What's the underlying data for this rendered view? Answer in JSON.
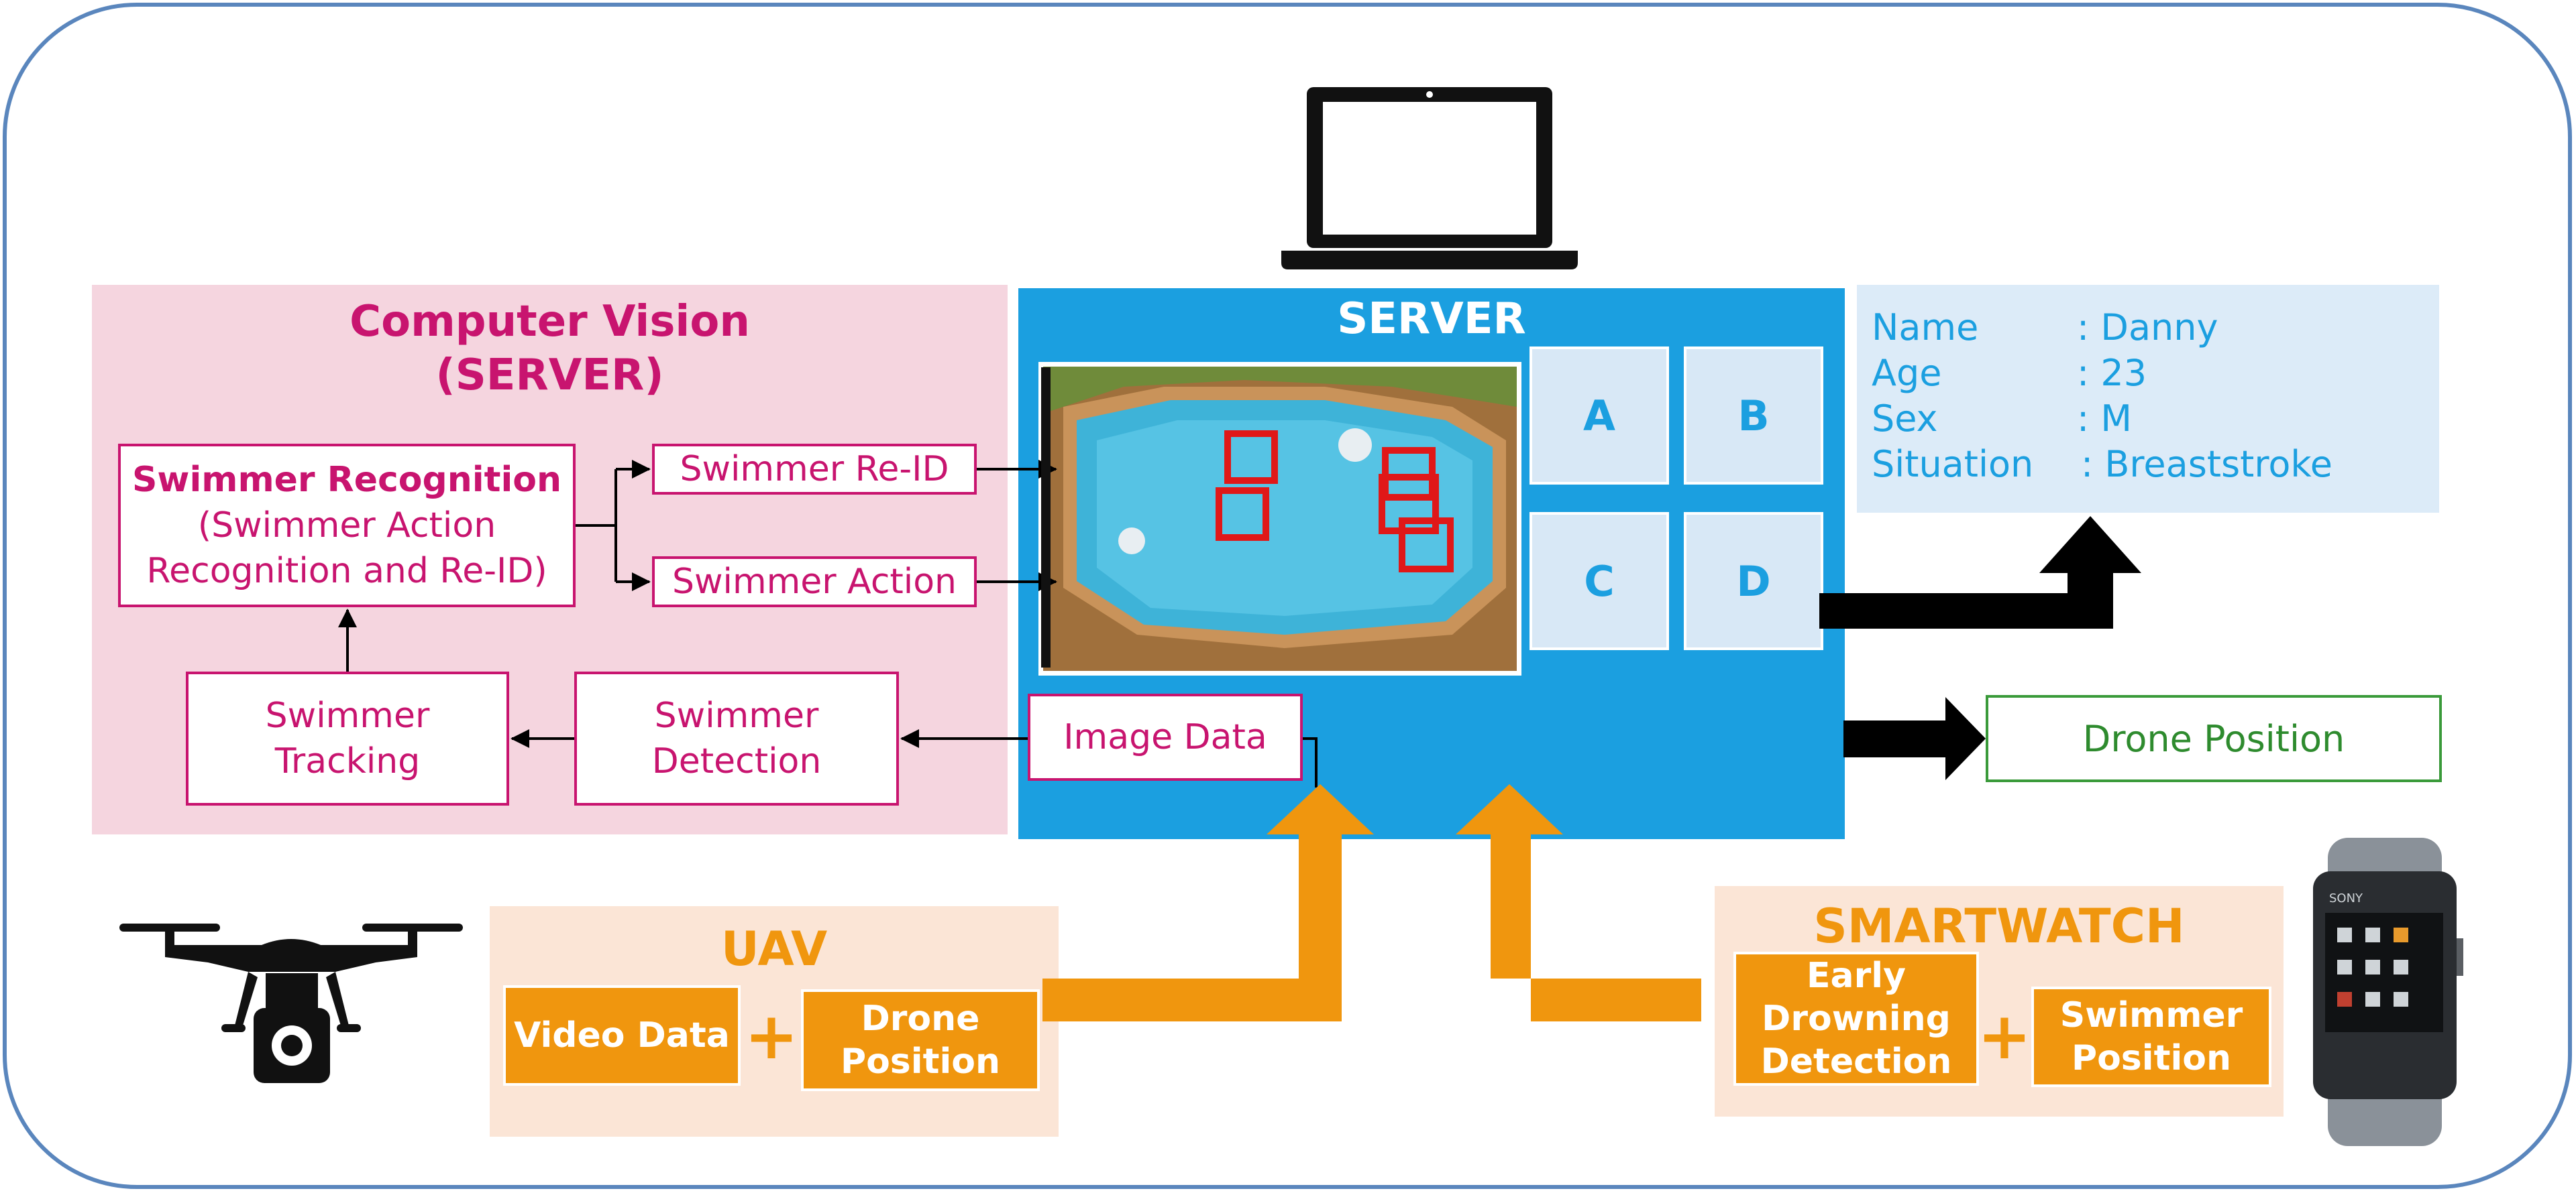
{
  "computer_vision": {
    "title_line1": "Computer Vision",
    "title_line2": "(SERVER)",
    "recognition_title": "Swimmer Recognition",
    "recognition_line2": "(Swimmer Action",
    "recognition_line3": "Recognition and Re-ID)",
    "reid": "Swimmer Re-ID",
    "action": "Swimmer Action",
    "tracking_line1": "Swimmer",
    "tracking_line2": "Tracking",
    "detection_line1": "Swimmer",
    "detection_line2": "Detection",
    "image_data": "Image Data"
  },
  "server": {
    "title": "SERVER",
    "tiles": [
      "A",
      "B",
      "C",
      "D"
    ]
  },
  "info": {
    "rows": [
      {
        "label": "Name",
        "value": ": Danny"
      },
      {
        "label": "Age",
        "value": ": 23"
      },
      {
        "label": "Sex",
        "value": ": M"
      },
      {
        "label": "Situation",
        "value": ": Breaststroke"
      }
    ]
  },
  "drone_position_output": "Drone Position",
  "uav": {
    "title": "UAV",
    "video_data": "Video Data",
    "plus": "+",
    "drone_position_line1": "Drone",
    "drone_position_line2": "Position"
  },
  "smartwatch": {
    "title": "SMARTWATCH",
    "early_line1": "Early",
    "early_line2": "Drowning",
    "early_line3": "Detection",
    "plus": "+",
    "position_line1": "Swimmer",
    "position_line2": "Position"
  },
  "colors": {
    "magenta": "#c8146f",
    "server_blue": "#1b9fe0",
    "orange": "#f0960e",
    "green": "#2e8b2e",
    "outline_blue": "#5a86bd"
  },
  "icons": [
    "laptop-icon",
    "drone-icon",
    "smartwatch-icon"
  ]
}
